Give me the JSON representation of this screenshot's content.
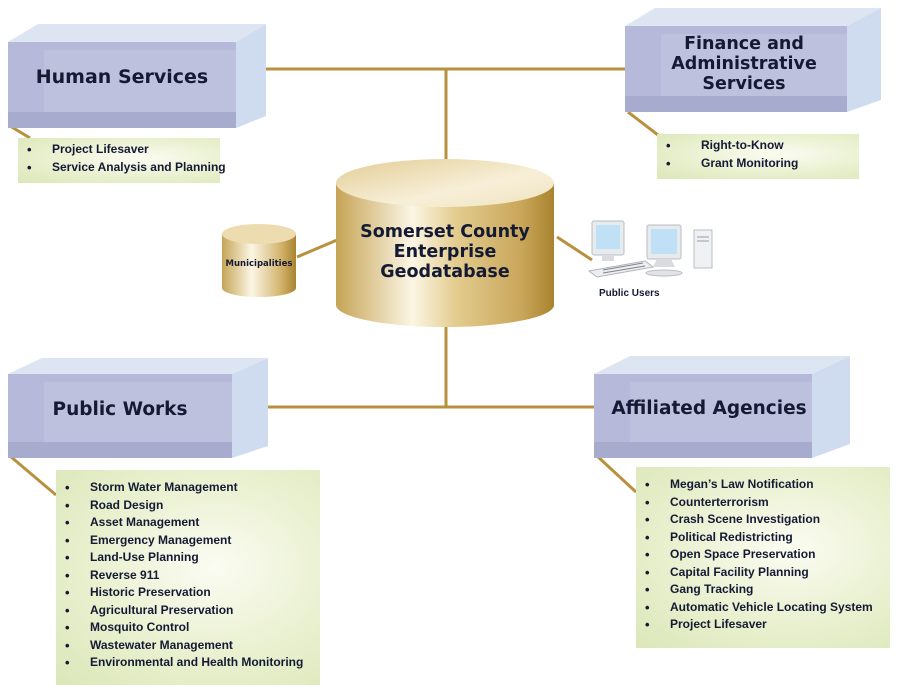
{
  "diagram": {
    "central_database": {
      "label_lines": [
        "Somerset County",
        "Enterprise",
        "Geodatabase"
      ],
      "icon": "database-cylinder-icon"
    },
    "municipalities": {
      "label": "Municipalities",
      "icon": "database-cylinder-icon"
    },
    "public_users": {
      "label": "Public Users",
      "icons": [
        "computer-workstation-icon",
        "desktop-computer-icon"
      ]
    },
    "departments": {
      "human_services": {
        "title": "Human Services",
        "items": [
          "Project Lifesaver",
          "Service Analysis and Planning"
        ]
      },
      "finance": {
        "title_lines": [
          "Finance and",
          "Administrative",
          "Services"
        ],
        "items": [
          "Right-to-Know",
          "Grant Monitoring"
        ]
      },
      "public_works": {
        "title": "Public Works",
        "items": [
          "Storm Water Management",
          "Road Design",
          "Asset Management",
          "Emergency Management",
          "Land-Use Planning",
          "Reverse 911",
          "Historic Preservation",
          "Agricultural Preservation",
          "Mosquito Control",
          "Wastewater Management",
          "Environmental and Health Monitoring"
        ]
      },
      "affiliated_agencies": {
        "title": "Affiliated Agencies",
        "items": [
          "Megan’s Law Notification",
          "Counterterrorism",
          "Crash Scene Investigation",
          "Political Redistricting",
          "Open Space Preservation",
          "Capital Facility Planning",
          "Gang Tracking",
          "Automatic Vehicle Locating System",
          "Project Lifesaver"
        ]
      }
    },
    "colors": {
      "connector": "#b8913f",
      "box_front": "#b3b7d8",
      "list_panel": "#e3ecc6",
      "database_gold": "#c9a75a",
      "text": "#141a33"
    }
  }
}
